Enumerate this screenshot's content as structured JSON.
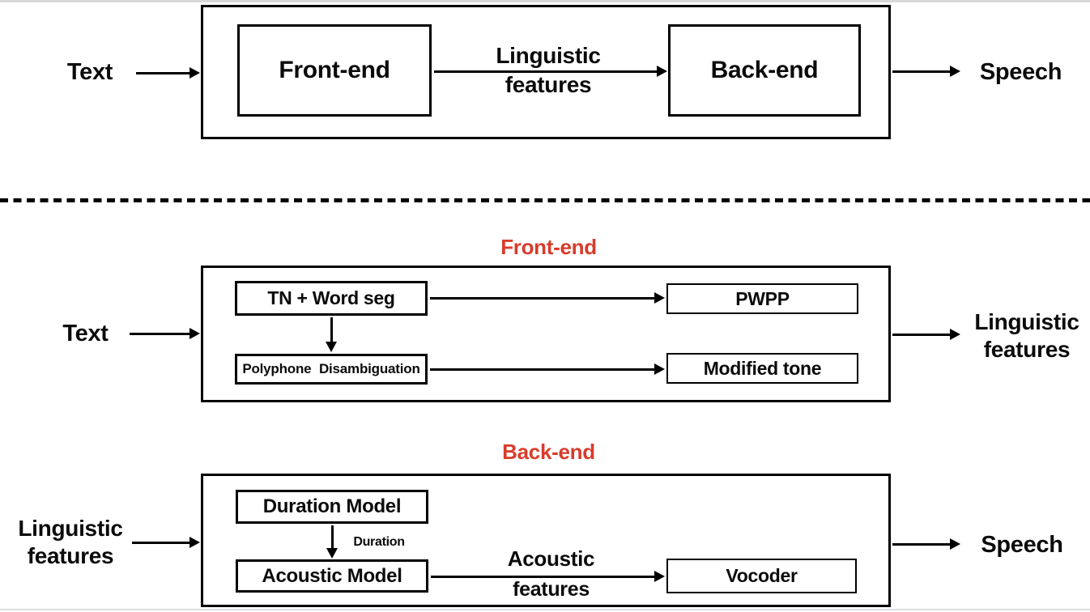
{
  "colors": {
    "accent_red": "#d93b2b",
    "line_black": "#000000",
    "edge_gray": "#d8d8d8"
  },
  "overview": {
    "input": "Text",
    "frontend": "Front-end",
    "backend": "Back-end",
    "linguistic_line1": "Linguistic",
    "linguistic_line2": "features",
    "output": "Speech"
  },
  "frontend_detail": {
    "title": "Front-end",
    "input": "Text",
    "tn_word_seg": "TN + Word seg",
    "polyphone": "Polyphone Disambiguation",
    "pwpp": "PWPP",
    "modified_tone": "Modified tone",
    "output_line1": "Linguistic",
    "output_line2": "features"
  },
  "backend_detail": {
    "title": "Back-end",
    "input_line1": "Linguistic",
    "input_line2": "features",
    "duration_model": "Duration Model",
    "duration_label": "Duration",
    "acoustic_model": "Acoustic Model",
    "acoustic_line1": "Acoustic",
    "acoustic_line2": "features",
    "vocoder": "Vocoder",
    "output": "Speech"
  }
}
